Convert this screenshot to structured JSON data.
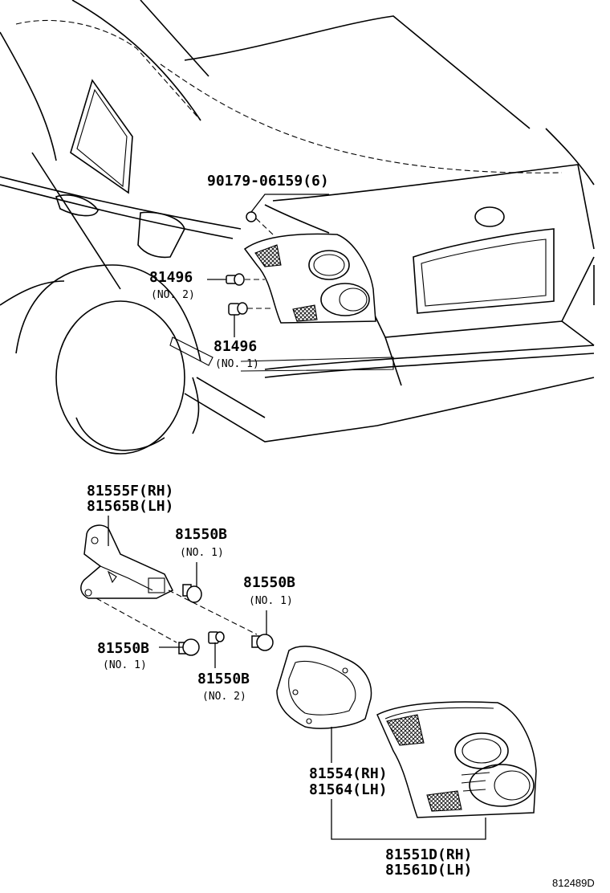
{
  "parts": [
    {
      "id": "bolt",
      "line1": "90179-06159(6)"
    },
    {
      "id": "socket_no2",
      "line1": "81496",
      "line2": "(NO. 2)"
    },
    {
      "id": "socket_no1",
      "line1": "81496",
      "line2": "(NO. 1)"
    },
    {
      "id": "lamp_base",
      "line1": "81555F(RH)",
      "line2": "81565B(LH)"
    },
    {
      "id": "bulb_a",
      "line1": "81550B",
      "line2": "(NO. 1)"
    },
    {
      "id": "bulb_b",
      "line1": "81550B",
      "line2": "(NO. 1)"
    },
    {
      "id": "bulb_c",
      "line1": "81550B",
      "line2": "(NO. 1)"
    },
    {
      "id": "bulb_d",
      "line1": "81550B",
      "line2": "(NO. 2)"
    },
    {
      "id": "gasket",
      "line1": "81554(RH)",
      "line2": "81564(LH)"
    },
    {
      "id": "lens_housing",
      "line1": "81551D(RH)",
      "line2": "81561D(LH)"
    }
  ],
  "diagram_ref": "812489D"
}
